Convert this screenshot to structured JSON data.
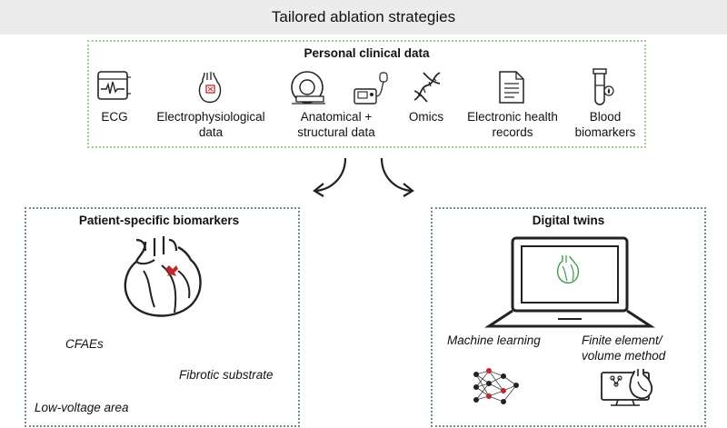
{
  "title": "Tailored ablation strategies",
  "clinical": {
    "heading": "Personal clinical data",
    "items": [
      {
        "label": "ECG",
        "icon": "ecg-monitor-icon"
      },
      {
        "label": "Electrophysiological data",
        "icon": "heart-icon"
      },
      {
        "label": "Anatomical + structural data",
        "icon": "mri-scanner-icon"
      },
      {
        "label": "Omics",
        "icon": "dna-icon"
      },
      {
        "label": "Electronic health records",
        "icon": "document-icon"
      },
      {
        "label": "Blood biomarkers",
        "icon": "test-tube-icon"
      }
    ]
  },
  "biomarkers": {
    "heading": "Patient-specific biomarkers",
    "cfaes": "CFAEs",
    "fibrotic": "Fibrotic substrate",
    "low_voltage": "Low-voltage area"
  },
  "twins": {
    "heading": "Digital twins",
    "ml": "Machine learning",
    "fem_line1": "Finite element/",
    "fem_line2": "volume method"
  },
  "colors": {
    "green_border": "#9fcf8f",
    "gray_border": "#6f8a8a",
    "heart_red": "#c0282d",
    "heart_green": "#3f9a4a"
  }
}
